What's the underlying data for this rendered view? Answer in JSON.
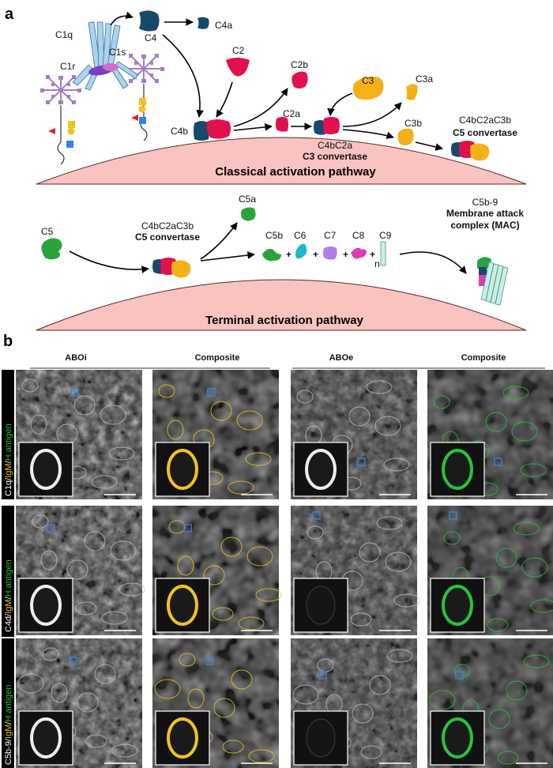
{
  "panel_a": {
    "label": "a",
    "classical": {
      "title": "Classical activation pathway",
      "c1q": "C1q",
      "c1r": "C1r",
      "c1s": "C1s",
      "c4": "C4",
      "c4a": "C4a",
      "c4b": "C4b",
      "c2": "C2",
      "c2a": "C2a",
      "c2b": "C2b",
      "c3": "C3",
      "c3a": "C3a",
      "c3b": "C3b",
      "c3conv_name": "C4bC2a",
      "c3conv_label": "C3 convertase",
      "c5conv_name": "C4bC2aC3b",
      "c5conv_label": "C5 convertase"
    },
    "terminal": {
      "title": "Terminal activation pathway",
      "c5": "C5",
      "c5a": "C5a",
      "c5conv_name": "C4bC2aC3b",
      "c5conv_label": "C5 convertase",
      "c5b": "C5b",
      "c6": "C6",
      "c7": "C7",
      "c8": "C8",
      "c9": "C9",
      "plus": "+",
      "n": "n",
      "mac_name": "C5b-9",
      "mac_label_1": "Membrane attack",
      "mac_label_2": "complex (MAC)"
    }
  },
  "panel_b": {
    "label": "b",
    "columns": [
      "ABOi",
      "Composite",
      "ABOe",
      "Composite"
    ],
    "rows": [
      {
        "marker": "C1q",
        "sep1": "/",
        "igm": "IgM",
        "sep2": "/",
        "hag": "H antigen"
      },
      {
        "marker": "C4d",
        "sep1": "/",
        "igm": "IgM",
        "sep2": "/",
        "hag": "H antigen"
      },
      {
        "marker": "C5b-9",
        "sep1": "/",
        "igm": "IgM",
        "sep2": "/",
        "hag": "H antigen"
      }
    ]
  },
  "colors": {
    "membrane": "#f9c3c0",
    "c1q": "#a9d3ef",
    "c1s": "#7b3fc4",
    "glycan": "#a87cc0",
    "c4": "#17496b",
    "c2": "#e0114d",
    "c3": "#f4b018",
    "c5": "#2aa43a",
    "c6": "#1fb8c8",
    "c7": "#b27ce6",
    "c8": "#e03ab0",
    "c9": "#c9eee6",
    "igm": "#f2c31c",
    "h_antigen": "#27c43a",
    "roi": "#2f86e0",
    "scalebar": "#ffffff"
  }
}
